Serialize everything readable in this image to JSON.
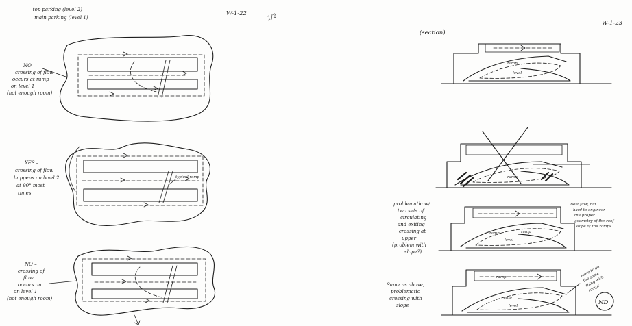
{
  "legend": {
    "dashed_label": "— — — top parking (level 2)",
    "solid_label": "———— main parking (level 1)"
  },
  "sheet_refs": {
    "left_date": "W-1-22",
    "left_page": "1/2",
    "right_date": "W-1-23"
  },
  "left_options": [
    {
      "note_lines": [
        "NO –",
        "crossing of flow",
        "occurs at ramp",
        "on level 1",
        "(not enough room)"
      ]
    },
    {
      "note_lines": [
        "YES –",
        "crossing of flow",
        "happens on level 2",
        "at 90° most",
        "times"
      ],
      "ramp_label": "typical ramp"
    },
    {
      "note_lines": [
        "NO –",
        "crossing of",
        "flow",
        "occurs on",
        "on level 1",
        "(not enough room)"
      ]
    }
  ],
  "right_header": "(section)",
  "right_sections": [
    {
      "inner_labels": [
        "ramp",
        "level"
      ],
      "crossed_out": false
    },
    {
      "inner_labels": [
        "ramp"
      ],
      "crossed_out": true
    },
    {
      "inner_labels": [
        "ramp",
        "level",
        "ramp"
      ],
      "crossed_out": false,
      "note_left_lines": [
        "problematic w/",
        "two sets of",
        "circulating",
        "and exiting",
        "crossing at",
        "upper",
        "(problem with",
        "slope?)"
      ],
      "note_right_lines": [
        "Best flow, but",
        "hard to engineer",
        "the proper",
        "geometry of the roof",
        "slope of the ramps"
      ]
    },
    {
      "inner_labels": [
        "ramp",
        "ramp",
        "level"
      ],
      "crossed_out": false,
      "note_left_lines": [
        "Same as above,",
        "problematic",
        "crossing with",
        "slope"
      ],
      "note_right_lines": [
        "more to do",
        "the same",
        "thing with",
        "ramps"
      ]
    }
  ],
  "stamp_text": "ND"
}
